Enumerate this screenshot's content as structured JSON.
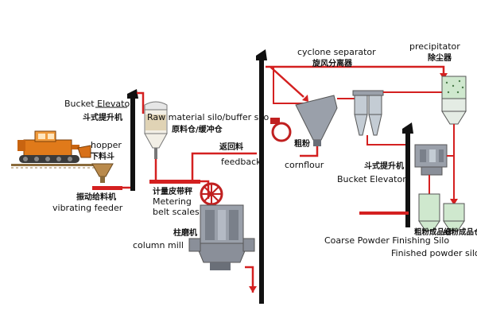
{
  "labels": {
    "bucket_elevator_en": "Bucket Elevator",
    "bucket_elevator_cn": "斗式提升机",
    "hopper_en": "hopper",
    "hopper_cn": "下料斗",
    "vibrating_feeder_cn": "振动给料机",
    "vibrating_feeder_en": "vibrating feeder",
    "raw_silo_en": "Raw material silo/buffer silo",
    "raw_silo_cn": "原料仓/缓冲仓",
    "return_cn": "返回料",
    "return_en": "feedback",
    "metering_cn": "计量皮带秤",
    "metering_en1": "Metering",
    "metering_en2": "belt scales",
    "column_mill_cn": "柱磨机",
    "column_mill_en": "column mill",
    "cyclone_en": "cyclone separator",
    "cyclone_cn": "旋风分离器",
    "cornflour_cn": "粗粉",
    "cornflour_en": "cornflour",
    "precipitator_en": "precipitator",
    "precipitator_cn": "除尘器",
    "bucket_elevator2_cn": "斗式提升机",
    "bucket_elevator2_en": "Bucket Elevator",
    "coarse_silo_cn": "粗粉成品仓",
    "fine_silo_cn": "细粉成品仓",
    "coarse_silo_en": "Coarse Powder Finishing Silo",
    "fine_silo_en": "Finished powder silo"
  },
  "colors": {
    "flow_line": "#d42020",
    "elevator": "#111111",
    "truck": "#e07a1a",
    "silo_fill": "#cfe8ce",
    "equipment": "#8a8f99"
  }
}
